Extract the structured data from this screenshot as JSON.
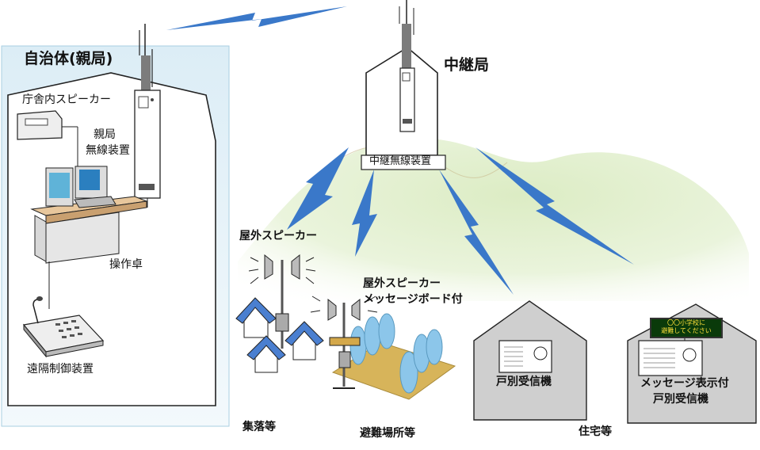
{
  "municipality": {
    "title": "自治体(親局)",
    "office_speaker": "庁舎内スピーカー",
    "radio_line1": "親局",
    "radio_line2": "無線装置",
    "console": "操作卓",
    "remote": "遠隔制御装置"
  },
  "relay": {
    "title": "中継局",
    "equipment": "中継無線装置"
  },
  "outdoor_speaker": "屋外スピーカー",
  "outdoor_board": {
    "line1": "屋外スピーカー",
    "line2": "メッセージボード付"
  },
  "house_receiver": "戸別受信機",
  "message_receiver": {
    "line1": "メッセージ表示付",
    "line2": "戸別受信機",
    "display_line1": "〇〇小学校に",
    "display_line2": "避難してください"
  },
  "areas": {
    "village": "集落等",
    "shelter": "避難場所等",
    "housing": "住宅等"
  },
  "colors": {
    "bolt": "#3a78c9",
    "panel_bg": "#e3f1f8",
    "hill": "#cfe6b0",
    "roof": "#4a7fd0",
    "field": "#d7b45a",
    "tree": "#8cc6ea",
    "house_gray": "#cfcfcf"
  }
}
